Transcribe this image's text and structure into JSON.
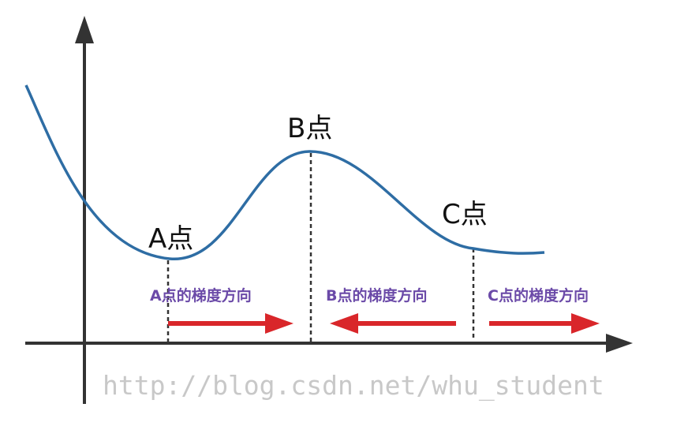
{
  "points": {
    "a": "A点",
    "b": "B点",
    "c": "C点"
  },
  "gradient_labels": {
    "a": "A点的梯度方向",
    "b": "B点的梯度方向",
    "c": "C点的梯度方向"
  },
  "watermark": "http://blog.csdn.net/whu_student",
  "colors": {
    "curve": "#2e6da4",
    "axis": "#333333",
    "arrow": "#d9262a",
    "label": "#6b4aa8"
  }
}
